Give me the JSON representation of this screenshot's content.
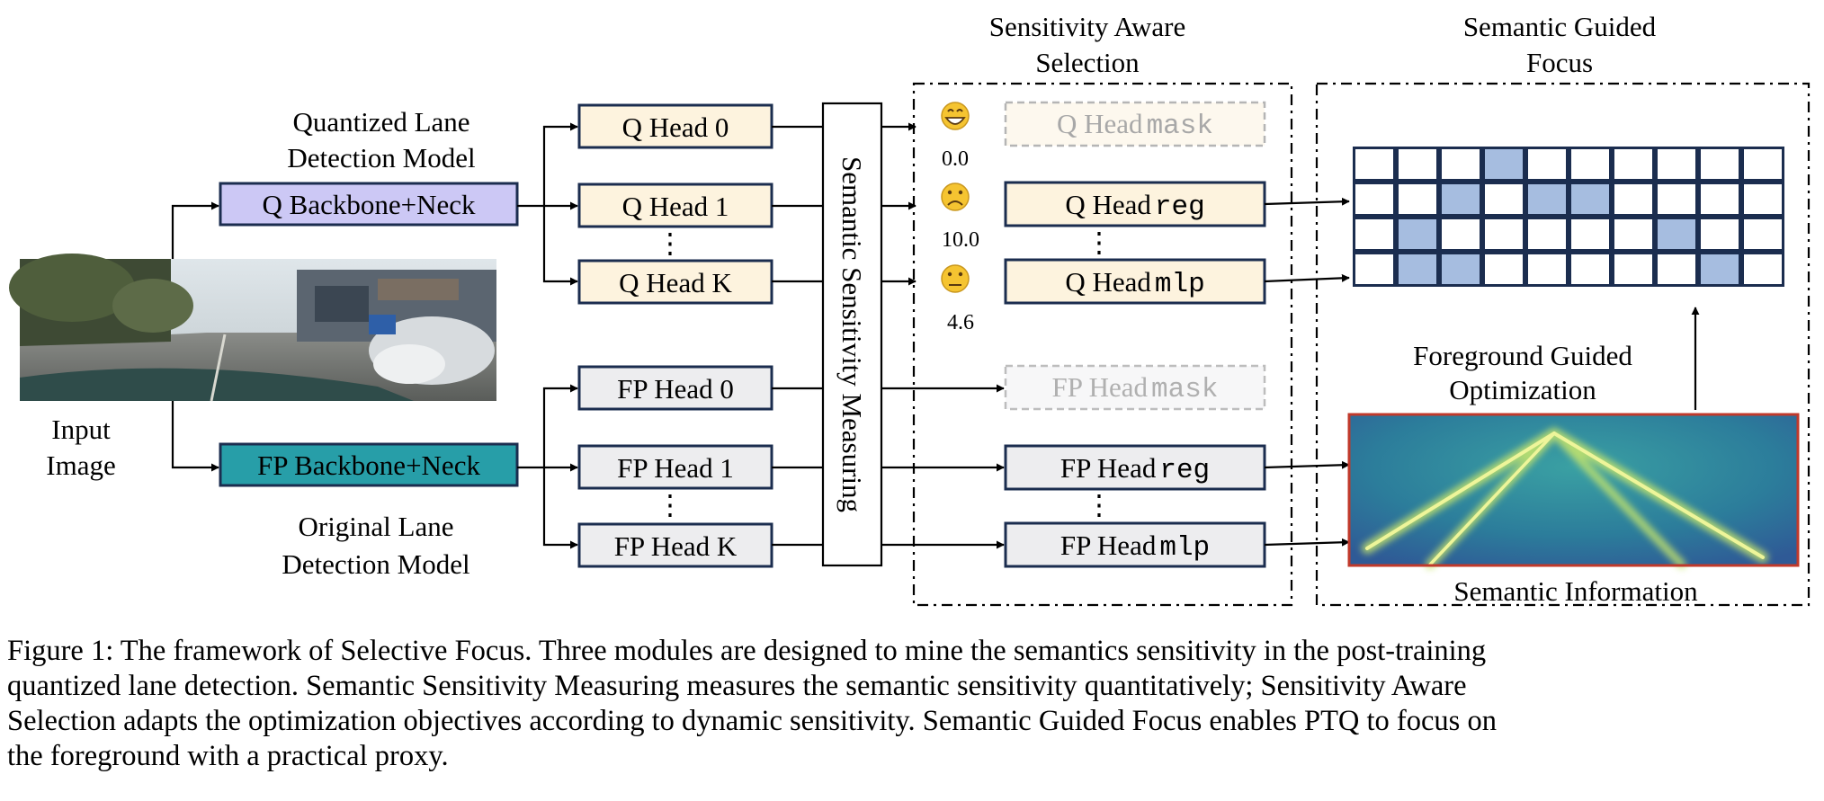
{
  "labels": {
    "input_image": [
      "Input",
      "Image"
    ],
    "quantized_model": [
      "Quantized Lane",
      "Detection Model"
    ],
    "original_model": [
      "Original Lane",
      "Detection Model"
    ],
    "sensitivity_aware_selection": [
      "Sensitivity Aware",
      "Selection"
    ],
    "semantic_guided_focus": [
      "Semantic Guided",
      "Focus"
    ],
    "foreground_guided_optimization": [
      "Foreground Guided",
      "Optimization"
    ],
    "semantic_information": "Semantic Information",
    "semantic_sensitivity_measuring": "Semantic Sensitivity Measuring",
    "ellipsis": "⋮"
  },
  "backbones": {
    "q": "Q Backbone+Neck",
    "fp": "FP Backbone+Neck"
  },
  "q_heads": [
    "Q Head 0",
    "Q Head 1",
    "Q Head K"
  ],
  "fp_heads": [
    "FP Head 0",
    "FP Head 1",
    "FP Head K"
  ],
  "selected_heads": {
    "q_prefix": "Q Head",
    "fp_prefix": "FP Head",
    "suffixes": [
      "mask",
      "reg",
      "mlp"
    ]
  },
  "sensitivity": {
    "values": [
      "0.0",
      "10.0",
      "4.6"
    ],
    "icons": [
      "grinning-face-icon",
      "slightly-frowning-face-icon",
      "neutral-face-icon"
    ]
  },
  "grid_highlights": [
    [
      3,
      0
    ],
    [
      2,
      1
    ],
    [
      4,
      1
    ],
    [
      5,
      1
    ],
    [
      1,
      2
    ],
    [
      7,
      2
    ],
    [
      1,
      3
    ],
    [
      2,
      3
    ],
    [
      8,
      3
    ]
  ],
  "colors": {
    "q_backbone": "#ccc8f5",
    "fp_backbone": "#279ea8",
    "q_head": "#fdf3de",
    "fp_head": "#ededef",
    "box_border": "#1b2d4f",
    "grid_highlight": "#a6bde0",
    "heatmap_border": "#c0392b"
  },
  "caption": [
    "Figure 1: The framework of Selective Focus. Three modules are designed to mine the semantics sensitivity in the post-training",
    "quantized lane detection. Semantic Sensitivity Measuring measures the semantic sensitivity quantitatively; Sensitivity Aware",
    "Selection adapts the optimization objectives according to dynamic sensitivity. Semantic Guided Focus enables PTQ to focus on",
    "the foreground with a practical proxy."
  ]
}
